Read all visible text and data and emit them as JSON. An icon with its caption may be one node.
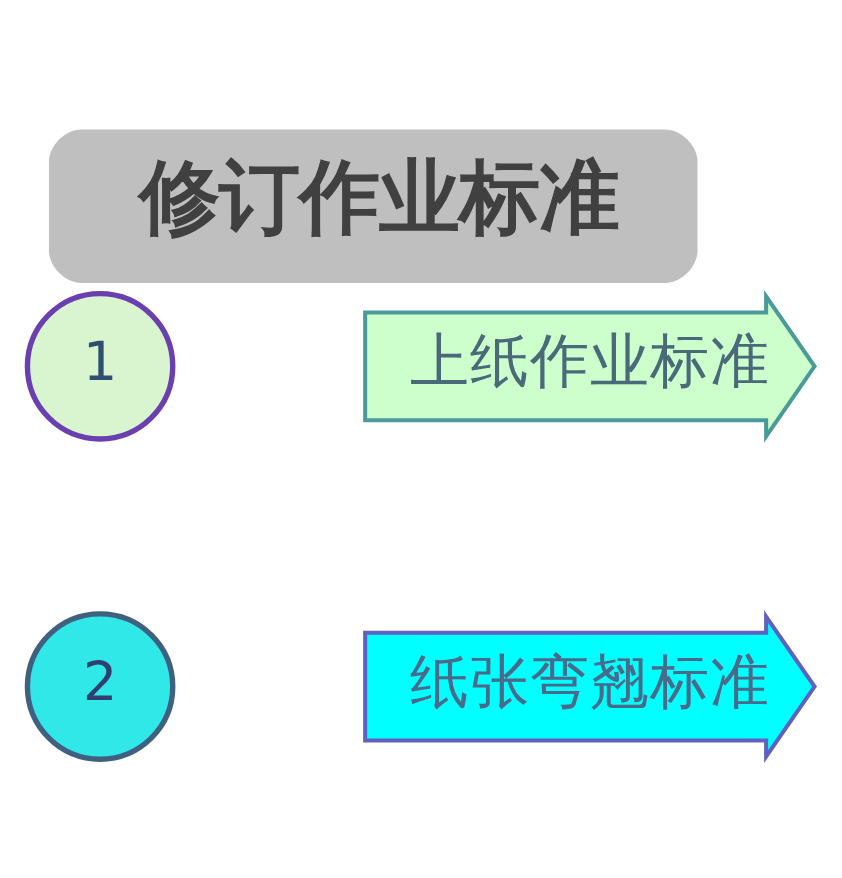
{
  "diagram": {
    "title": "修订作业标准",
    "nodes": [
      {
        "text": [
          "1"
        ]
      },
      {
        "text": [
          "上纸作业标准"
        ]
      },
      {
        "text": [
          "2"
        ]
      },
      {
        "text": [
          "纸张弯翘标准"
        ]
      }
    ]
  }
}
